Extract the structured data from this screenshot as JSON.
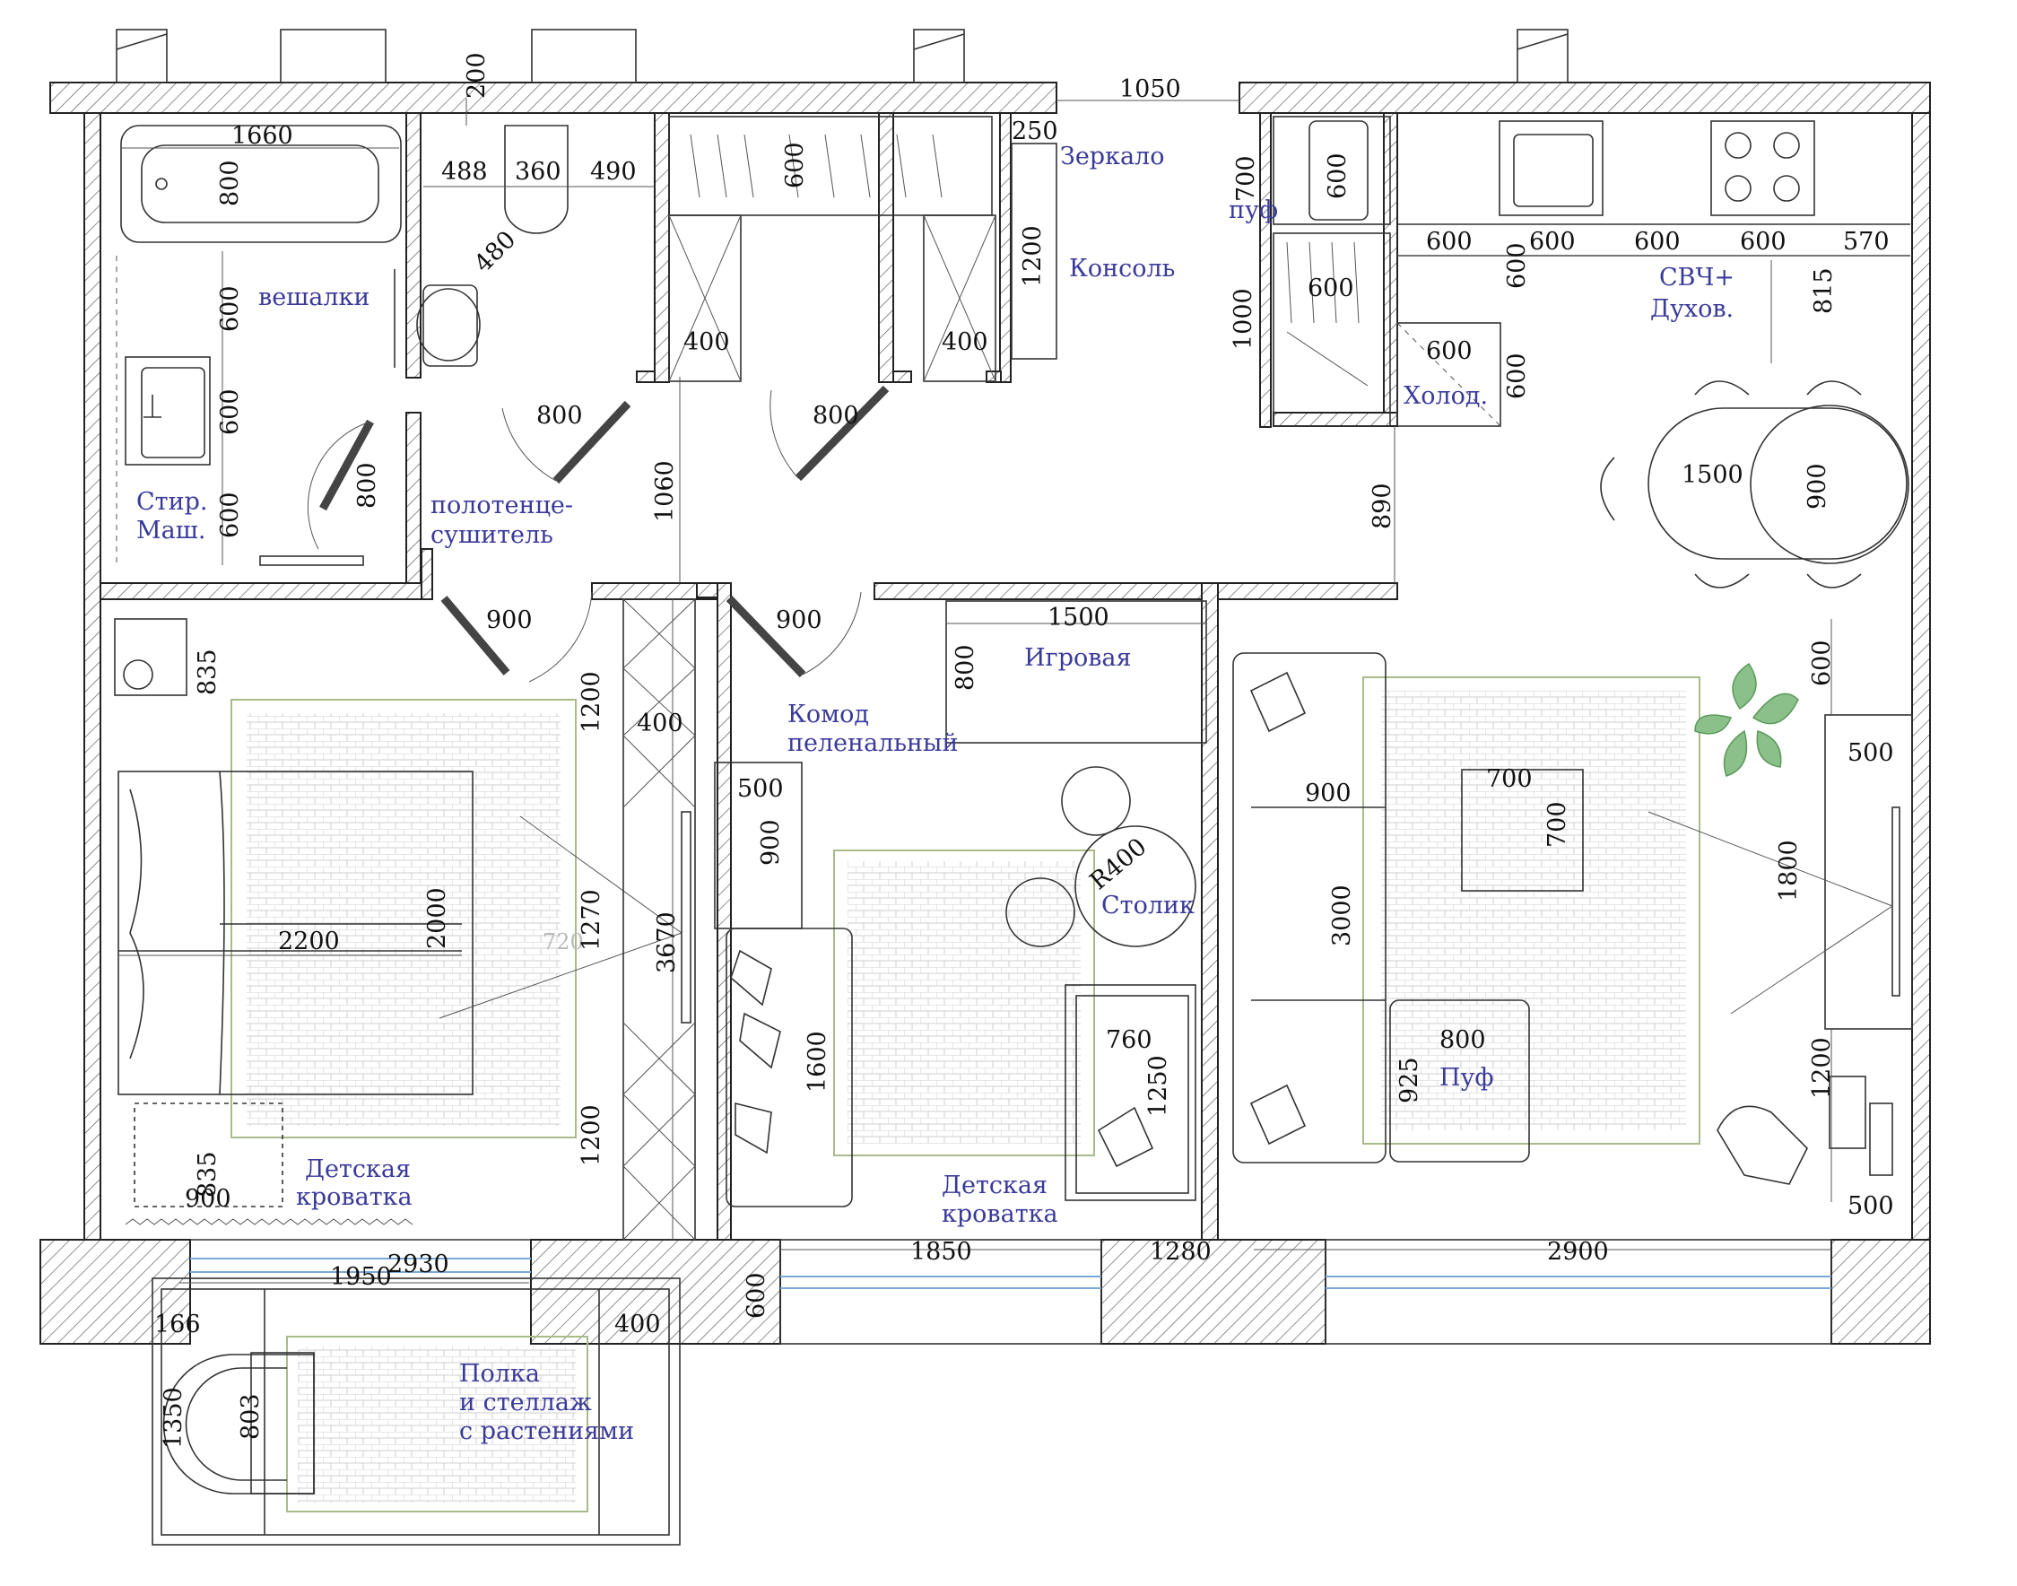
{
  "labels": {
    "mirror": "Зеркало",
    "console": "Консоль",
    "hangers": "вешалки",
    "towel_1": "полотенце-",
    "towel_2": "сушитель",
    "washer_1": "Стир.",
    "washer_2": "Маш.",
    "pouf_kitchen": "пуф",
    "microwave_1": "СВЧ+",
    "microwave_2": "Духов.",
    "fridge": "Холод.",
    "play": "Игровая",
    "dresser_1": "Комод",
    "dresser_2": "пеленальный",
    "table": "Столик",
    "crib_left_1": "Детская",
    "crib_left_2": "кроватка",
    "crib_mid_1": "Детская",
    "crib_mid_2": "кроватка",
    "pouf_living": "Пуф",
    "shelf_1": "Полка",
    "shelf_2": "и стеллаж",
    "shelf_3": "с растениями"
  },
  "dimensions": {
    "d1050": "1050",
    "d200": "200",
    "d1660": "1660",
    "d250": "250",
    "d800_bath": "800",
    "d488": "488",
    "d360": "360",
    "d490": "490",
    "d600_wardrobe": "600",
    "d480": "480",
    "d1200_console": "1200",
    "d400_wl": "400",
    "d400_wr": "400",
    "d600_a": "600",
    "d600_b": "600",
    "d600_c": "600",
    "d800_door1": "800",
    "d800_door2": "800",
    "d800_towel": "800",
    "d1060": "1060",
    "d700": "700",
    "d600_oven": "600",
    "d1000": "1000",
    "d600_k1": "600",
    "d600_k2": "600",
    "d600_k3": "600",
    "d600_k4": "600",
    "d600_k5": "600",
    "d570": "570",
    "d600_kv1": "600",
    "d600_kv2": "600",
    "d600_fridge": "600",
    "d815": "815",
    "d890": "890",
    "d1500_dining": "1500",
    "d900_dining": "900",
    "d900_door1": "900",
    "d900_door2": "900",
    "d1500_play": "1500",
    "d800_play": "800",
    "d600_right": "600",
    "d835_top": "835",
    "d1200_a": "1200",
    "d400_closet": "400",
    "d500_dresser": "500",
    "d900_dresser": "900",
    "d720": "720",
    "d1270": "1270",
    "d2200": "2200",
    "d2000": "2000",
    "d3670": "3670",
    "r400": "R400",
    "d900_sofa": "900",
    "d700_table_w": "700",
    "d700_table_h": "700",
    "d500_tv": "500",
    "d1800": "1800",
    "d3000": "3000",
    "d1600": "1600",
    "d760": "760",
    "d1250": "1250",
    "d800_pouf": "800",
    "d925": "925",
    "d1200_b": "1200",
    "d1200_c": "1200",
    "d835_crib": "835",
    "d900_crib": "900",
    "d500_desk": "500",
    "d1950": "1950",
    "d2930": "2930",
    "d1850": "1850",
    "d1280": "1280",
    "d2900": "2900",
    "d600_balc": "600",
    "d166": "166",
    "d400_balc": "400",
    "d1350": "1350",
    "d803": "803"
  },
  "colors": {
    "text_label": "#3a3a9a",
    "text_dim": "#111111",
    "rug": "#a9bb8a",
    "glass": "#7aa8d8"
  }
}
